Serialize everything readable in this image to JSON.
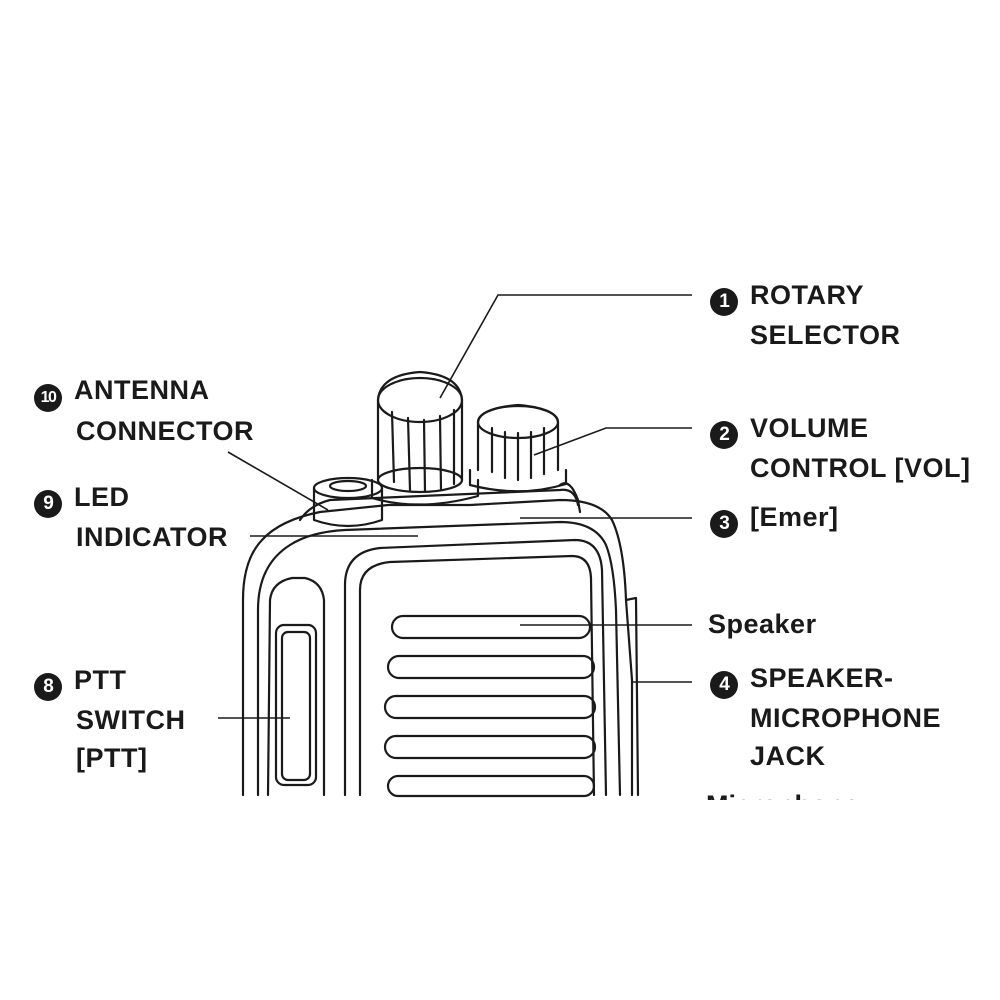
{
  "callouts": {
    "c1": {
      "num": "1",
      "line1": "ROTARY",
      "line2": "SELECTOR"
    },
    "c2": {
      "num": "2",
      "line1": "VOLUME",
      "line2": "CONTROL [VOL]"
    },
    "c3": {
      "num": "3",
      "line1": "[Emer]"
    },
    "speaker": {
      "line1": "Speaker"
    },
    "c4": {
      "num": "4",
      "line1": "SPEAKER-",
      "line2": "MICROPHONE",
      "line3": "JACK"
    },
    "microphone_partial": {
      "line1": "Microphone"
    },
    "c10": {
      "num": "10",
      "line1": "ANTENNA",
      "line2": "CONNECTOR"
    },
    "c9": {
      "num": "9",
      "line1": "LED",
      "line2": "INDICATOR"
    },
    "c8": {
      "num": "8",
      "line1": "PTT",
      "line2": "SWITCH",
      "line3": "[PTT]"
    }
  },
  "colors": {
    "ink": "#1a1a1a",
    "background": "#ffffff"
  },
  "icons": [
    "rotary-knob",
    "volume-knob",
    "antenna-connector",
    "speaker-grille",
    "ptt-switch"
  ]
}
